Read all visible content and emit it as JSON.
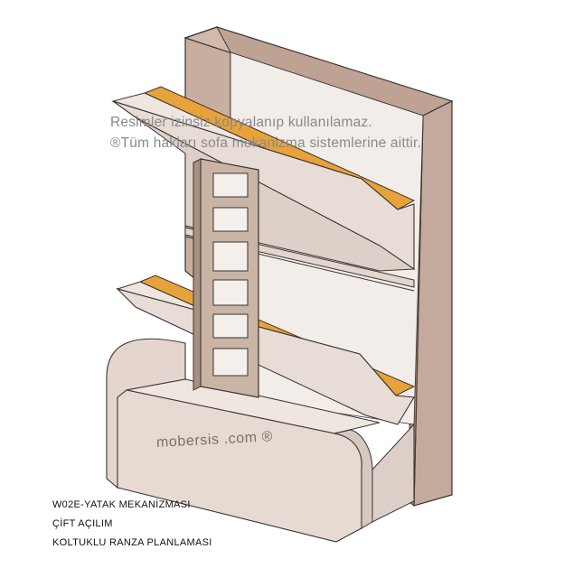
{
  "watermark": {
    "line1": "Resimler izinsiz kopyalanıp kullanılamaz.",
    "line2": "®Tüm hakları sofa mekanizma sistemlerine aittir."
  },
  "brand": "mobersis .com ®",
  "captions": [
    "W02E-YATAK MEKANİZMASI",
    "ÇİFT AÇILIM",
    "KOLTUKLU RANZA PLANLAMASI"
  ],
  "colors": {
    "frame": "#c4aa9c",
    "frame_dark": "#a9907f",
    "panel": "#ebe0da",
    "panel_shade": "#ddd0c8",
    "mattress": "#e7a23a",
    "outline": "#3a3330"
  }
}
